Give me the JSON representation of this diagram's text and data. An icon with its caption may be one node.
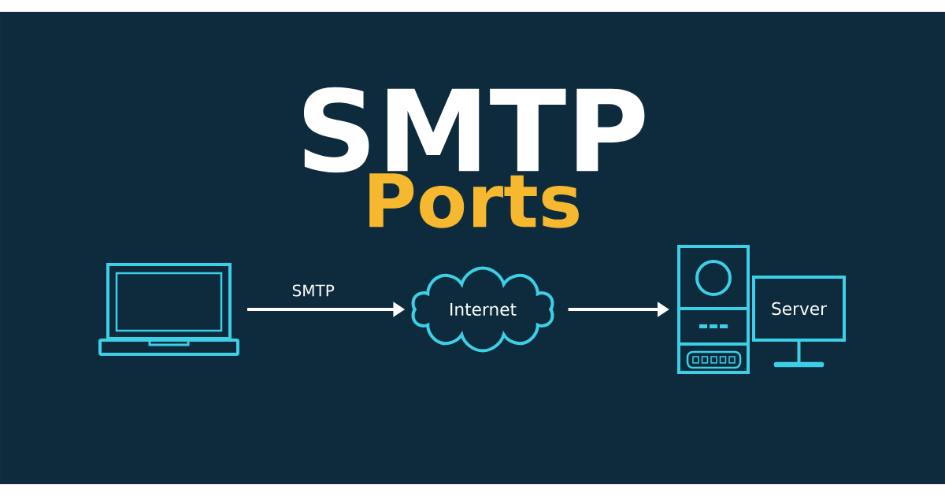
{
  "diagram": {
    "title": "SMTP",
    "nodes": [
      {
        "text": [],
        "shape": "picture"
      },
      {
        "text": [
          "Internet"
        ]
      },
      {
        "text": [],
        "shape": "picture"
      },
      {
        "text": [
          "Server"
        ]
      }
    ],
    "edges": [
      {
        "from": 0,
        "to": 1,
        "arrow": "to",
        "label": "SMTP"
      },
      {
        "from": 1,
        "to": 2,
        "arrow": "to"
      }
    ],
    "labels": [
      "Ports"
    ]
  }
}
